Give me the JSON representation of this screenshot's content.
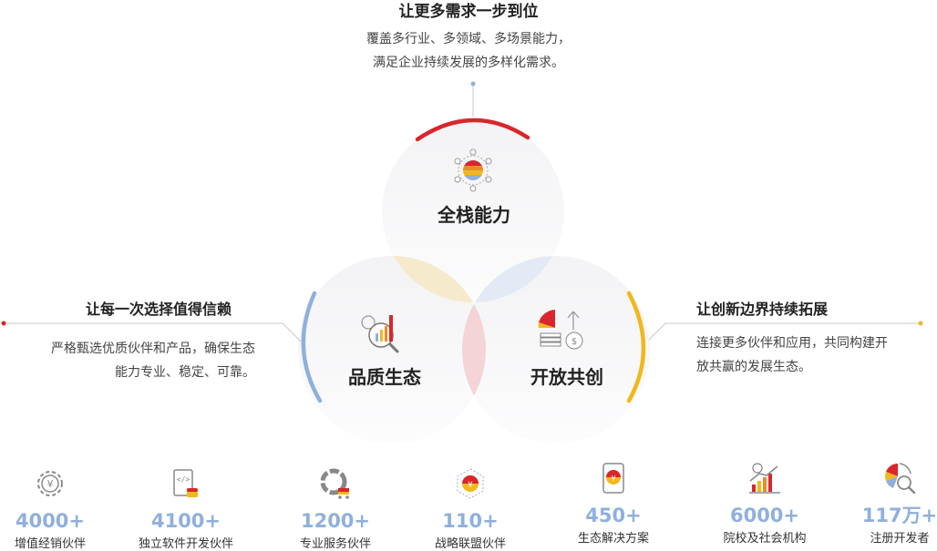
{
  "top": {
    "title": "让更多需求一步到位",
    "desc_line1": "覆盖多行业、多领域、多场景能力，",
    "desc_line2": "满足企业持续发展的多样化需求。"
  },
  "left": {
    "title": "让每一次选择值得信赖",
    "desc_line1": "严格甄选优质伙伴和产品，确保生态",
    "desc_line2": "能力专业、稳定、可靠。"
  },
  "right": {
    "title": "让创新边界持续拓展",
    "desc_line1": "连接更多伙伴和应用，共同构建开",
    "desc_line2": "放共赢的发展生态。"
  },
  "circles": {
    "top": "全栈能力",
    "left": "品质生态",
    "right": "开放共创"
  },
  "stats": [
    {
      "num": "4000+",
      "label": "增值经销伙伴",
      "icon": "gear-yen-icon"
    },
    {
      "num": "4100+",
      "label": "独立软件开发伙伴",
      "icon": "code-tablet-icon"
    },
    {
      "num": "1200+",
      "label": "专业服务伙伴",
      "icon": "donut-cart-icon"
    },
    {
      "num": "110+",
      "label": "战略联盟伙伴",
      "icon": "network-coin-icon"
    },
    {
      "num": "450+",
      "label": "生态解决方案",
      "icon": "phone-coin-icon"
    },
    {
      "num": "6000+",
      "label": "院校及社会机构",
      "icon": "growth-chart-icon"
    },
    {
      "num": "117万+",
      "label": "注册开发者",
      "icon": "pie-search-icon"
    }
  ],
  "colors": {
    "red": "#d9262c",
    "blue": "#8fb0dc",
    "yellow": "#f2b71a",
    "stat_number": "#8fb0dc"
  }
}
